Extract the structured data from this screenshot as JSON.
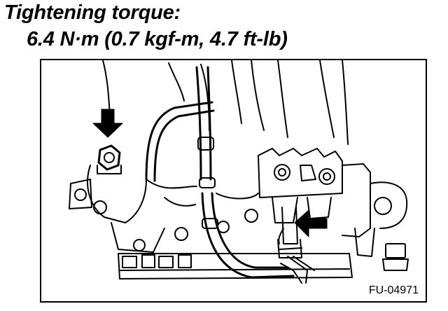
{
  "heading": {
    "line1": "Tightening torque:",
    "line2": "6.4 N·m (0.7 kgf-m, 4.7 ft-lb)"
  },
  "figure": {
    "id": "FU-04971",
    "icons": {
      "left_arrow": "arrow-down-icon",
      "right_arrow": "arrow-left-icon",
      "bolt": "bolt-icon"
    }
  }
}
